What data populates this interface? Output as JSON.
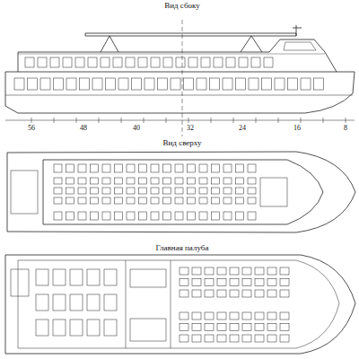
{
  "diagram": {
    "labels": [
      "Вид сбоку",
      "56",
      "48",
      "40",
      "32",
      "24",
      "16",
      "8",
      "Вид сверху",
      "Главная палуба"
    ]
  }
}
